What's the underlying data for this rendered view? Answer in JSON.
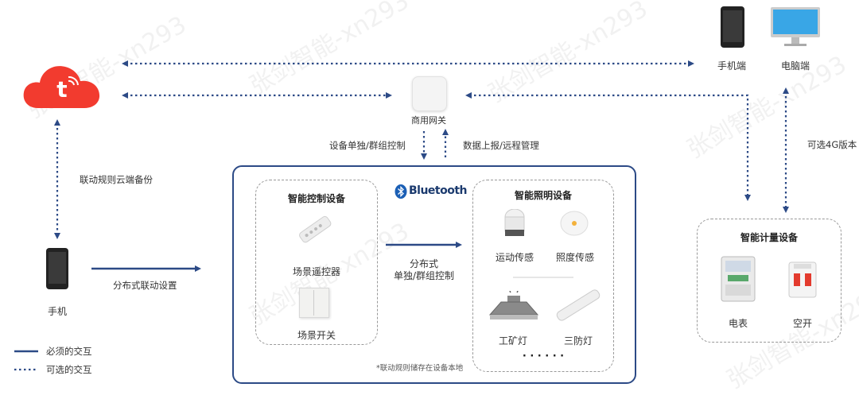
{
  "cloud": {
    "brand_letter": "t"
  },
  "devices": {
    "phone_end": "手机端",
    "pc_end": "电脑端",
    "phone": "手机"
  },
  "gateway": {
    "label": "商用网关"
  },
  "arrows": {
    "cloud_backup": "联动规则云端备份",
    "distributed_link": "分布式联动设置",
    "single_group_control": "设备单独/群组控制",
    "data_report": "数据上报/远程管理",
    "optional_4g": "可选4G版本",
    "distributed_line1": "分布式",
    "distributed_line2": "单独/群组控制"
  },
  "bluetooth": {
    "label": "Bluetooth"
  },
  "control_group": {
    "title": "智能控制设备",
    "items": [
      "场景遥控器",
      "场景开关"
    ]
  },
  "lighting_group": {
    "title": "智能照明设备",
    "items": [
      "运动传感",
      "照度传感",
      "工矿灯",
      "三防灯"
    ],
    "more": "· · · · · ·"
  },
  "metering_group": {
    "title": "智能计量设备",
    "items": [
      "电表",
      "空开"
    ]
  },
  "footnote": "*联动规则储存在设备本地",
  "legend": {
    "required": "必须的交互",
    "optional": "可选的交互"
  },
  "colors": {
    "line": "#2c4a86",
    "cloud": "#f23b2f"
  }
}
